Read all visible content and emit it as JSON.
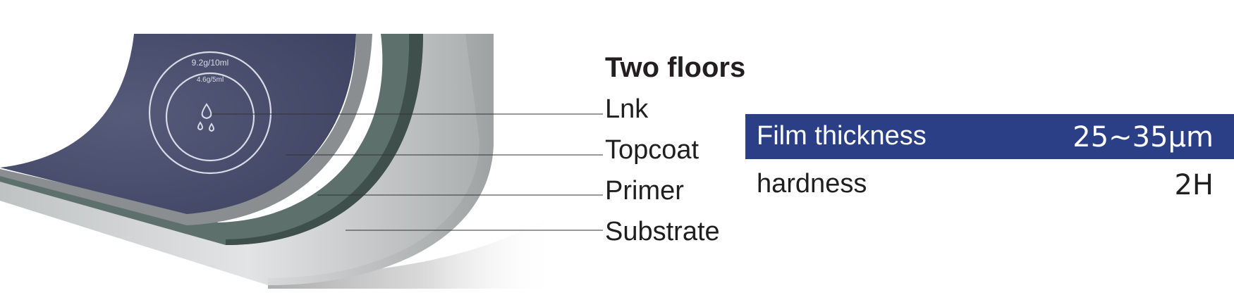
{
  "diagram": {
    "title": "Two floors",
    "layers": [
      "Lnk",
      "Topcoat",
      "Primer",
      "Substrate"
    ],
    "gauge_text": {
      "outer": "9.2g/10ml",
      "inner": "4.6g/5ml"
    }
  },
  "specs": [
    {
      "name": "Film thickness",
      "value": "25~35μm"
    },
    {
      "name": "hardness",
      "value": "2H"
    }
  ],
  "colors": {
    "spec_header_bg": "#2b3f86",
    "coating_surface": "#4a4f6e",
    "topcoat": "#8a8e90",
    "primer": "#5e706c",
    "primer_dark": "#3f4f4c",
    "substrate": "#c9cbcc"
  }
}
